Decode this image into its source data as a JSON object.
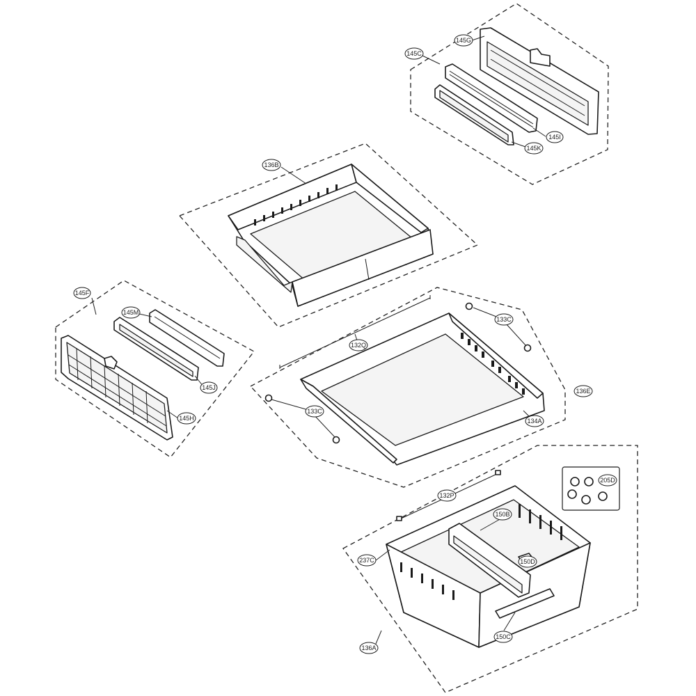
{
  "diagram": {
    "labels": {
      "l145C": "145C",
      "l145G": "145G",
      "l145I": "145I",
      "l145K": "145K",
      "l136B": "136B",
      "l145F": "145F",
      "l145M": "145M",
      "l145J": "145J",
      "l145H": "145H",
      "l133C_a": "133C",
      "l132Q": "132Q",
      "l136E": "136E",
      "l133C_b": "133C",
      "l134A": "134A",
      "l205D": "205D",
      "l132P": "132P",
      "l150B": "150B",
      "l237C": "237C",
      "l150D": "150D",
      "l150C": "150C",
      "l136A": "136A"
    }
  }
}
